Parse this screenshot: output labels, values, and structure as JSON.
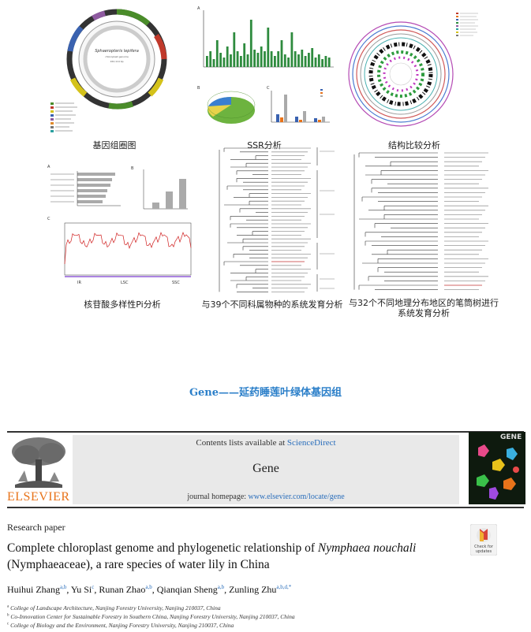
{
  "figure_panels": {
    "genome_map": {
      "caption": "基因组圈图",
      "species_italic": "Sphaeropteris lepifera",
      "subtitle": "chloroplast genome",
      "size": "162,114 bp"
    },
    "ssr": {
      "caption": "SSR分析",
      "panel_a": "A",
      "panel_b": "B",
      "panel_c": "C"
    },
    "structure": {
      "caption": "结构比较分析"
    },
    "pi": {
      "caption": "核苷酸多样性Pi分析",
      "panel_a": "A",
      "panel_b": "B",
      "panel_c": "C",
      "region_labels": [
        "IR",
        "LSC",
        "SSC"
      ]
    },
    "phylo39": {
      "caption": "与39个不同科属物种的系统发育分析"
    },
    "phylo32": {
      "caption": "与32个不同地理分布地区的笔筒树进行系统发育分析"
    }
  },
  "section_title": "Gene——延药睡莲叶绿体基因组",
  "journal": {
    "contents_prefix": "Contents lists available at ",
    "contents_link": "ScienceDirect",
    "name": "Gene",
    "homepage_prefix": "journal homepage: ",
    "homepage_url": "www.elsevier.com/locate/gene",
    "publisher": "ELSEVIER",
    "cover_label": "GENE"
  },
  "article": {
    "type": "Research paper",
    "title_prefix": "Complete chloroplast genome and phylogenetic relationship of ",
    "title_species": "Nymphaea nouchali",
    "title_suffix": " (Nymphaeaceae), a rare species of water lily in China",
    "check_badge_line1": "Check for",
    "check_badge_line2": "updates",
    "authors": [
      {
        "name": "Huihui Zhang",
        "sup": "a,b"
      },
      {
        "name": "Yu Si",
        "sup": "c"
      },
      {
        "name": "Runan Zhao",
        "sup": "a,b"
      },
      {
        "name": "Qianqian Sheng",
        "sup": "a,b"
      },
      {
        "name": "Zunling Zhu",
        "sup": "a,b,d,*"
      }
    ],
    "affiliations": [
      {
        "mark": "a",
        "text": "College of Landscape Architecture, Nanjing Forestry University, Nanjing 210037, China"
      },
      {
        "mark": "b",
        "text": "Co-Innovation Center for Sustainable Forestry in Southern China, Nanjing Forestry University, Nanjing 210037, China"
      },
      {
        "mark": "c",
        "text": "College of Biology and the Environment, Nanjing Forestry University, Nanjing 210037, China"
      }
    ]
  },
  "colors": {
    "title_blue": "#2b7fc9",
    "elsevier_orange": "#e8731a",
    "link_blue": "#2a6ebb",
    "bar_green": "#2e8b3e"
  }
}
